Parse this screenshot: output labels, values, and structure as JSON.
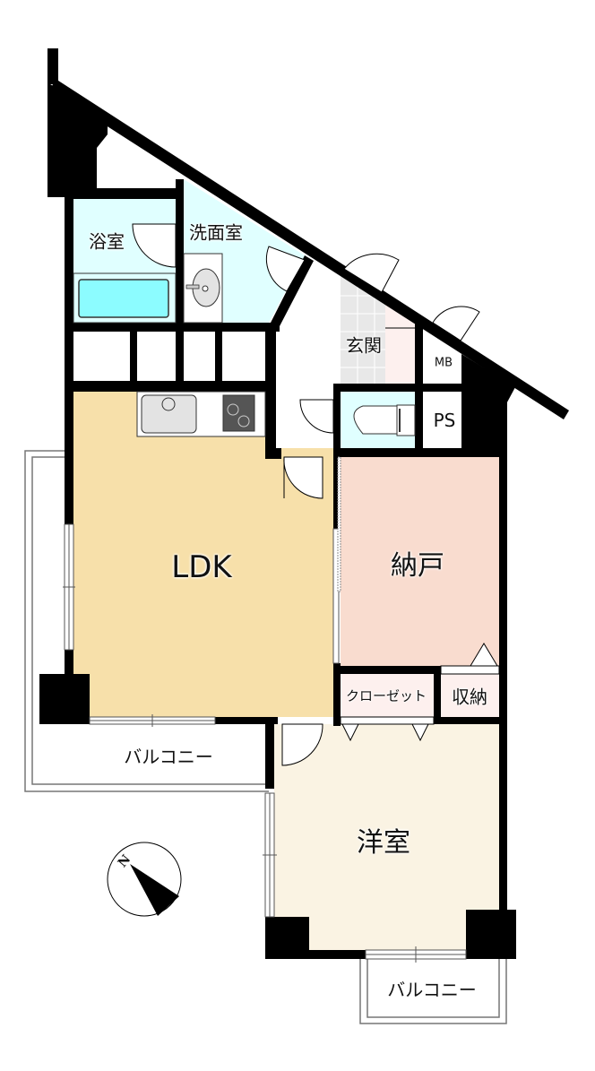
{
  "rooms": {
    "bath": {
      "label": "浴室",
      "color": "#e0ffff"
    },
    "washroom": {
      "label": "洗面室",
      "color": "#e0ffff"
    },
    "entrance": {
      "label": "玄関",
      "color": "#e8e8e8"
    },
    "mb": {
      "label": "MB",
      "color": "#ffffff"
    },
    "ps": {
      "label": "PS",
      "color": "#ffffff"
    },
    "toilet": {
      "label": "",
      "color": "#e0ffff"
    },
    "ldk": {
      "label": "LDK",
      "color": "#f7e0aa"
    },
    "storeroom": {
      "label": "納戸",
      "color": "#f9dccf"
    },
    "closet": {
      "label": "クローゼット",
      "color": "#fdf0ee"
    },
    "storage": {
      "label": "収納",
      "color": "#fdf0ee"
    },
    "western_room": {
      "label": "洋室",
      "color": "#faf3e3"
    }
  },
  "balconies": [
    {
      "label": "バルコニー"
    },
    {
      "label": "バルコニー"
    }
  ],
  "compass": {
    "label": "N"
  },
  "colors": {
    "wall": "#000000",
    "bathtub": "#8cfcff",
    "sink": "#e3e3e3"
  }
}
